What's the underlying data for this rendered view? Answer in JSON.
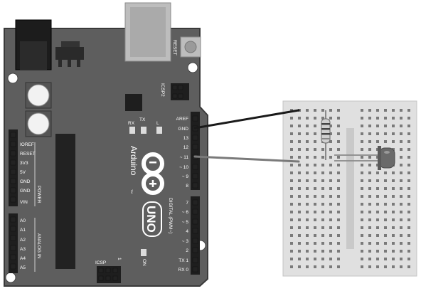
{
  "board": {
    "logo_text": "Arduino",
    "model_text": "UNO",
    "reset_label": "RESET",
    "icsp2_label": "ICSP2",
    "icsp_label": "ICSP",
    "tx_led_label": "TX",
    "rx_led_label": "RX",
    "l_led_label": "L",
    "on_label": "ON",
    "one_label": "1",
    "tm_mark": "TM",
    "power_label": "POWER",
    "analog_label": "ANALOG IN",
    "digital_label": "DIGITAL (PWM~)",
    "power_pins": [
      "IOREF",
      "RESET",
      "3V3",
      "5V",
      "GND",
      "GND",
      "VIN"
    ],
    "analog_pins": [
      "A0",
      "A1",
      "A2",
      "A3",
      "A4",
      "A5"
    ],
    "digital_upper_pins": [
      "AREF",
      "GND",
      "13",
      "12",
      "~ 11",
      "~ 10",
      "~ 9",
      "8"
    ],
    "digital_lower_pins": [
      "7",
      "~ 6",
      "~ 5",
      "4",
      "~ 3",
      "2",
      "TX 1",
      "RX 0"
    ]
  },
  "colors": {
    "board": "#5e5e5e",
    "board_edge": "#3a3a3a",
    "breadboard": "#e0e0e0",
    "wire_gnd": "#1a1a1a",
    "wire_pin11": "#7a7a7a",
    "led_body": "#6a6a6a"
  }
}
